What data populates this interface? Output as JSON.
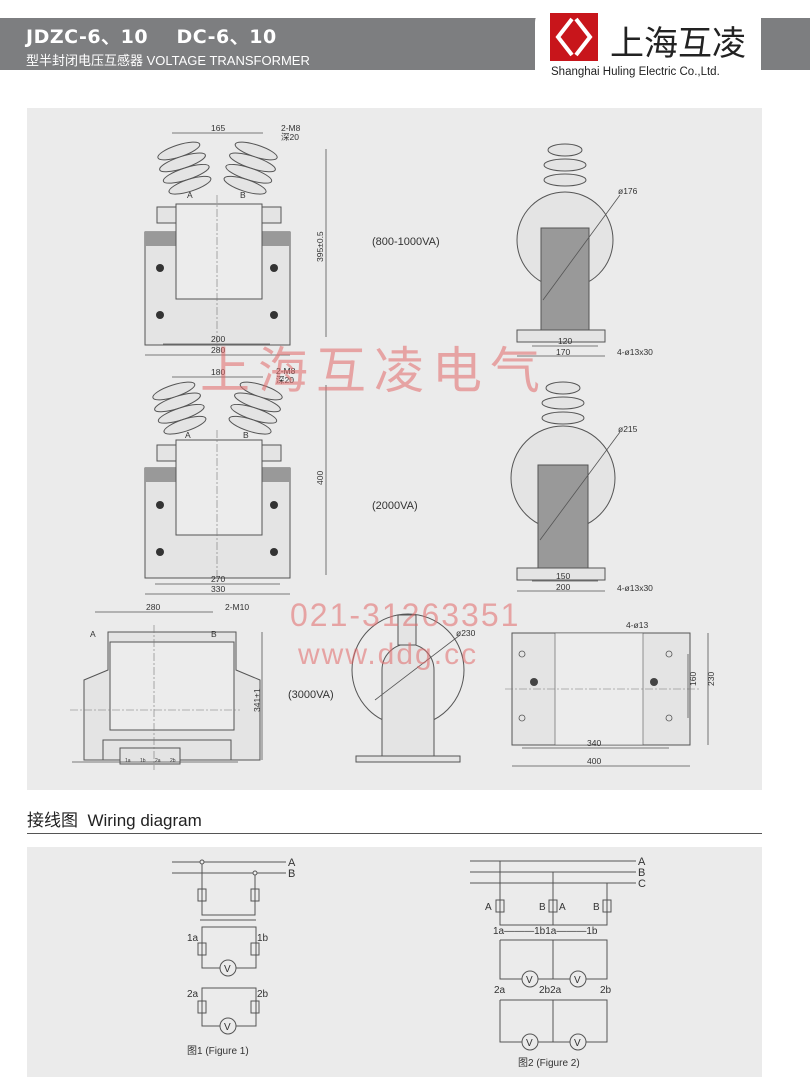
{
  "header": {
    "models": "JDZC-6、10    DC-6、10",
    "subtitle": "型半封闭电压互感器 VOLTAGE TRANSFORMER",
    "logo_cn": "上海互凌",
    "logo_en": "Shanghai Huling Electric Co.,Ltd.",
    "brand_color": "#c8151b",
    "band_color": "#7d7e80"
  },
  "drawing": {
    "view1": {
      "rating": "(800-1000VA)",
      "dim_top": "165",
      "thread": "2-M8",
      "depth": "深20",
      "height": "395±0.5",
      "dim_inner": "200",
      "dim_outer": "280",
      "terminal_a": "A",
      "terminal_b": "B",
      "side_dia": "ø176",
      "side_inner": "120",
      "side_outer": "170",
      "holes": "4-ø13x30"
    },
    "view2": {
      "rating": "(2000VA)",
      "dim_top": "180",
      "thread": "2-M8",
      "depth": "深20",
      "height": "400",
      "dim_inner": "270",
      "dim_outer": "330",
      "terminal_a": "A",
      "terminal_b": "B",
      "side_dia": "ø215",
      "side_inner": "150",
      "side_outer": "200",
      "holes": "4-ø13x30"
    },
    "view3": {
      "rating": "(3000VA)",
      "dim_top": "280",
      "thread": "2-M10",
      "height": "341±1",
      "terminal_a": "A",
      "terminal_b": "B",
      "side_dia": "ø230",
      "plan_holes": "4-ø13",
      "plan_inner_w": "340",
      "plan_outer_w": "400",
      "plan_inner_h": "160",
      "plan_outer_h": "230",
      "box_terms": [
        "1a",
        "1b",
        "2a",
        "2b"
      ]
    },
    "watermark": {
      "company": "上海互凌电气",
      "phone": "021-31263351",
      "url": "www.ddg.cc"
    }
  },
  "wiring": {
    "title": "接线图  Wiring diagram",
    "fig1": {
      "caption": "图1 (Figure 1)",
      "lines": [
        "A",
        "B"
      ],
      "sec1": [
        "1a",
        "1b"
      ],
      "sec2": [
        "2a",
        "2b"
      ],
      "meter": "V"
    },
    "fig2": {
      "caption": "图2 (Figure 2)",
      "lines": [
        "A",
        "B",
        "C"
      ],
      "prim": [
        "A",
        "B",
        "A",
        "B"
      ],
      "sec1": "1a———1b1a———1b",
      "sec2": [
        "2a",
        "2b2a",
        "2b"
      ],
      "meter": "V"
    }
  }
}
